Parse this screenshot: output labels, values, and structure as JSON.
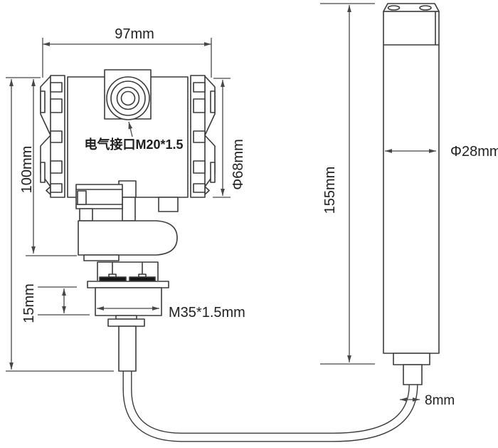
{
  "diagram": {
    "labels": {
      "housing_width": "97mm",
      "housing_height": "100mm",
      "housing_diameter": "Φ68mm",
      "electrical_port": "电气接口M20*1.5",
      "thread_height": "15mm",
      "thread_spec": "M35*1.5mm",
      "probe_height": "155mm",
      "probe_diameter": "Φ28mm",
      "cable_diameter": "8mm"
    },
    "colors": {
      "background": "#ffffff",
      "object_line": "#3a3a3a",
      "dimension_line": "#474747",
      "text": "#1f1f1f",
      "bolt_fill": "#141414"
    }
  }
}
